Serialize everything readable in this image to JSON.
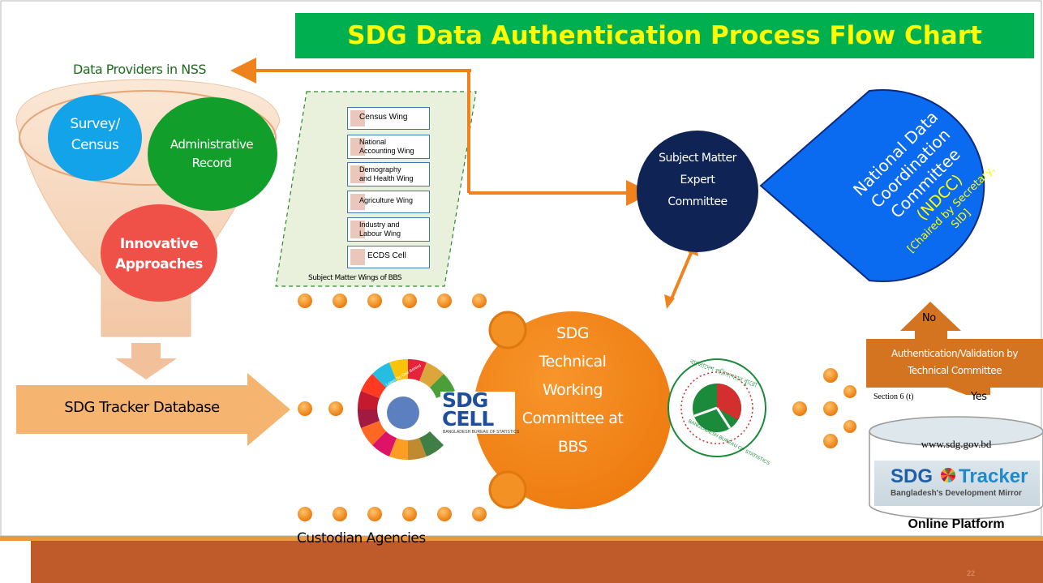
{
  "title": "SDG Data Authentication Process Flow Chart",
  "data_providers_label": "Data Providers in NSS",
  "funnel": {
    "survey_census": "Survey/\nCensus",
    "administrative_record": "Administrative\nRecord",
    "innovative_approaches": "Innovative\nApproaches"
  },
  "sdg_tracker_database": "SDG Tracker Database",
  "bbs_wings": {
    "caption": "Subject Matter Wings of BBS",
    "items": [
      "Census Wing",
      "National\nAccounting Wing",
      "Demography\nand Health Wing",
      "Agriculture Wing",
      "Industry and\nLabour Wing",
      "ECDS Cell"
    ]
  },
  "sme_committee": "Subject Matter\nExpert\nCommittee",
  "ndcc": {
    "line1": "National Data",
    "line2": "Coordination",
    "line3": "Committee",
    "abbr": "(NDCC)",
    "chair1": "[Chaired by Secretary,",
    "chair2": "SID]"
  },
  "twc": "SDG\nTechnical\nWorking\nCommittee at\nBBS",
  "sdg_cell_logo": {
    "main": "SDG",
    "sub": "CELL",
    "tag": "BANGLADESH BUREAU OF STATISTICS",
    "ring": "Leave No One Behind"
  },
  "bbs_logo": {
    "ring_bottom": "BANGLADESH BUREAU OF STATISTICS",
    "ring_top": "বাংলাদেশ পরিসংখ্যান ব্যুরো"
  },
  "authentication": {
    "label": "Authentication/Validation by\nTechnical Committee",
    "no": "No",
    "yes": "Yes",
    "section": "Section 6 (t)"
  },
  "online": {
    "url": "www.sdg.gov.bd",
    "logo_sdg": "SDG",
    "logo_tracker": "Tracker",
    "tagline": "Bangladesh's Development Mirror",
    "caption": "Online Platform"
  },
  "custodian_agencies": "Custodian Agencies",
  "page_number": "22",
  "colors": {
    "title_bg": "#00B050",
    "title_text": "#FFFF00",
    "orange": "#F0821E",
    "navy": "#0F2454",
    "ndcc_blue": "#0A6AF0",
    "footer": "#BF5B2B",
    "green_text": "#1F6B1F"
  }
}
